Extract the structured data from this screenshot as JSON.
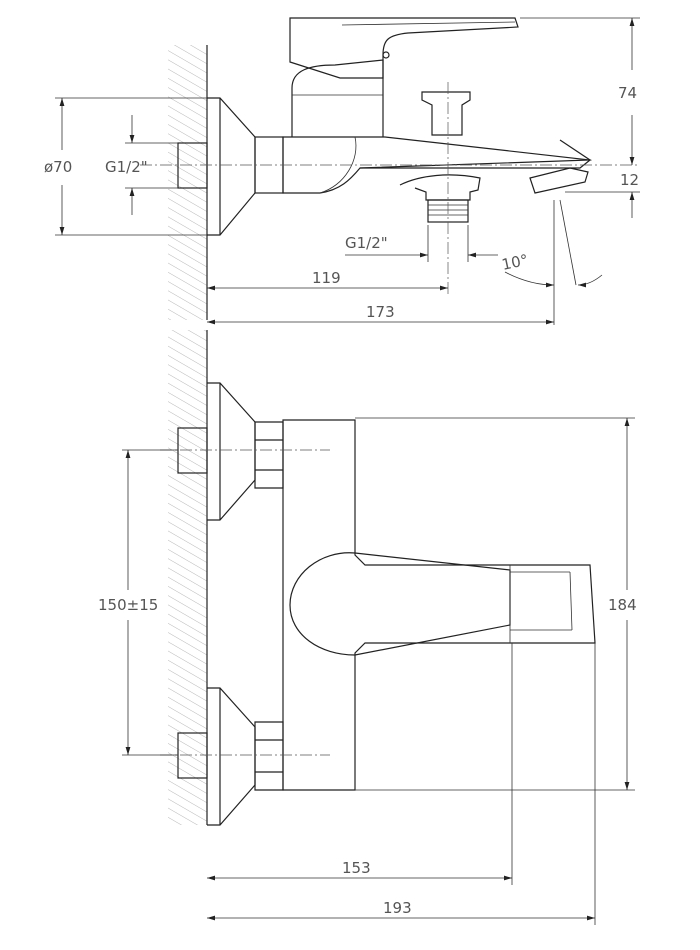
{
  "drawing": {
    "side_view": {
      "dimensions": {
        "flange_diameter": "ø70",
        "inlet_thread": "G1/2\"",
        "height_handle": "74",
        "spout_offset": "12",
        "outlet_thread": "G1/2\"",
        "spout_angle": "10°",
        "diverter_distance": "119",
        "spout_projection": "173"
      }
    },
    "top_view": {
      "dimensions": {
        "center_distance": "150±15",
        "body_height": "184",
        "spout_reach": "153",
        "total_projection": "193"
      }
    }
  }
}
